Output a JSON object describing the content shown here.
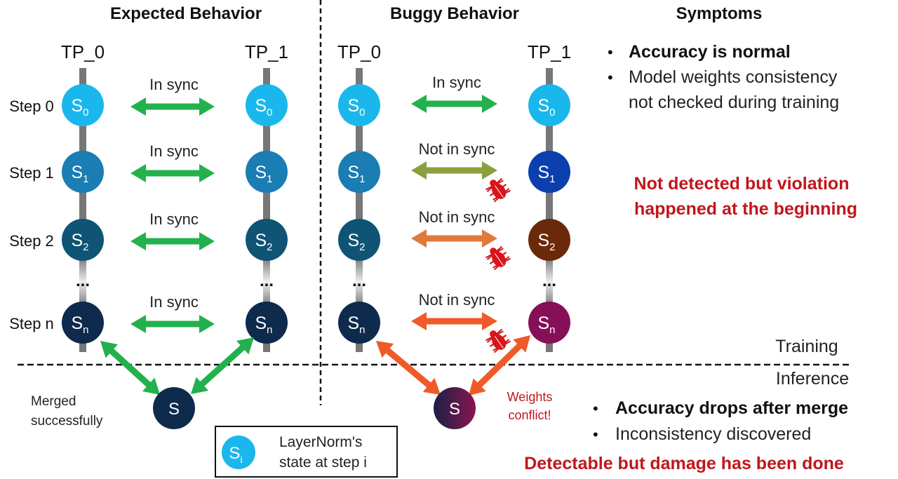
{
  "headers": {
    "expected": "Expected Behavior",
    "buggy": "Buggy Behavior",
    "symptoms": "Symptoms"
  },
  "tp_labels": [
    "TP_0",
    "TP_1"
  ],
  "steps": [
    "Step 0",
    "Step 1",
    "Step 2",
    "Step n"
  ],
  "ellipsis": "...",
  "node_labels": [
    {
      "b": "S",
      "sub": "0"
    },
    {
      "b": "S",
      "sub": "1"
    },
    {
      "b": "S",
      "sub": "2"
    },
    {
      "b": "S",
      "sub": "n"
    }
  ],
  "colors": {
    "expected_nodes": [
      "#1ab7ec",
      "#1a7db4",
      "#0f5474",
      "#0e2a4d"
    ],
    "buggy_tp1_nodes": [
      "#1ab7ec",
      "#0b3fae",
      "#6a2908",
      "#870f58"
    ],
    "expected_arrows": [
      "#22b14c",
      "#22b14c",
      "#22b14c",
      "#22b14c"
    ],
    "buggy_arrows": [
      "#22b14c",
      "#8c9f3e",
      "#e07a3a",
      "#f05a28"
    ],
    "red_text": "#c0161d",
    "bug": "#d8141a"
  },
  "expected_sync": [
    "In sync",
    "In sync",
    "In sync",
    "In sync"
  ],
  "buggy_sync": [
    "In sync",
    "Not in sync",
    "Not in sync",
    "Not in sync"
  ],
  "phases": {
    "training": "Training",
    "inference": "Inference"
  },
  "merged": {
    "label": "S",
    "caption_line1": "Merged",
    "caption_line2": "successfully"
  },
  "conflict": {
    "label": "S",
    "caption_line1": "Weights",
    "caption_line2": "conflict!"
  },
  "symptoms_training": {
    "bullets": [
      {
        "text": "Accuracy is normal",
        "bold": true
      },
      {
        "text": "Model weights consistency",
        "text2": "not checked during training",
        "bold": false
      }
    ],
    "verdict_line1": "Not detected but violation",
    "verdict_line2": "happened at the beginning"
  },
  "symptoms_inference": {
    "bullets": [
      {
        "text": "Accuracy drops after merge",
        "bold": true
      },
      {
        "text": "Inconsistency discovered",
        "bold": false
      }
    ],
    "verdict": "Detectable but damage has been done"
  },
  "legend": {
    "symbol": "S",
    "sub": "i",
    "line1": "LayerNorm's",
    "line2": "state at step i"
  }
}
